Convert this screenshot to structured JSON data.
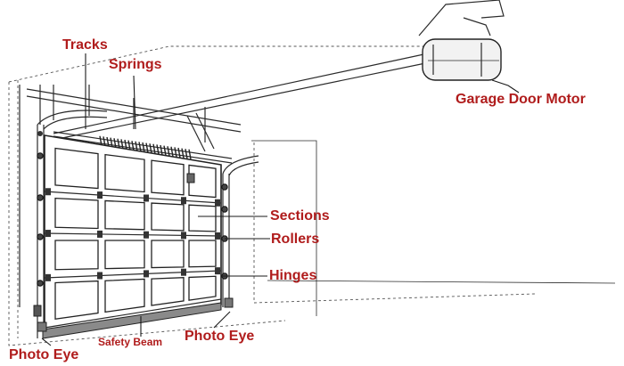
{
  "colors": {
    "label": "#b01c1c",
    "line": "#2b2b2b",
    "background": "#ffffff"
  },
  "labels": {
    "tracks": "Tracks",
    "springs": "Springs",
    "garage_door_motor": "Garage Door Motor",
    "sections": "Sections",
    "rollers": "Rollers",
    "hinges": "Hinges",
    "photo_eye_left": "Photo Eye",
    "safety_beam": "Safety Beam",
    "photo_eye_right": "Photo Eye"
  }
}
